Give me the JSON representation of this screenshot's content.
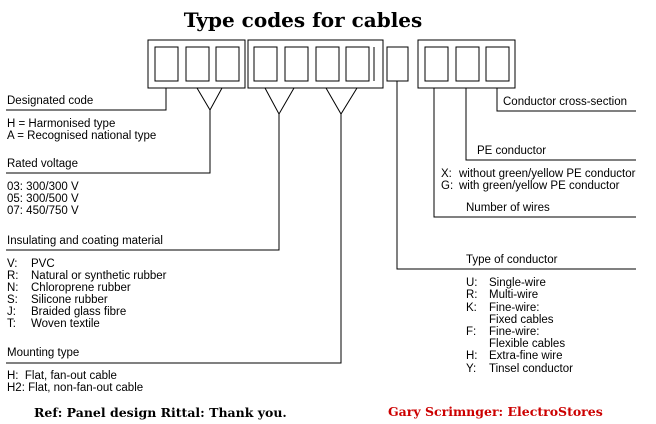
{
  "title": "Type codes for cables",
  "designated_code": {
    "heading": "Designated code",
    "items": [
      "H = Harmonised type",
      "A = Recognised national type"
    ]
  },
  "rated_voltage": {
    "heading": "Rated voltage",
    "items": [
      "03: 300/300 V",
      "05: 300/500 V",
      "07: 450/750 V"
    ]
  },
  "insulating": {
    "heading": "Insulating and coating material",
    "items": [
      {
        "code": "V:",
        "text": "PVC"
      },
      {
        "code": "R:",
        "text": "Natural or synthetic rubber"
      },
      {
        "code": "N:",
        "text": "Chloroprene rubber"
      },
      {
        "code": "S:",
        "text": "Silicone rubber"
      },
      {
        "code": "J:",
        "text": "Braided glass fibre"
      },
      {
        "code": "T:",
        "text": "Woven textile"
      }
    ]
  },
  "mounting": {
    "heading": "Mounting type",
    "items": [
      "H:  Flat, fan-out cable",
      "H2: Flat, non-fan-out cable"
    ]
  },
  "cross_section": {
    "heading": "Conductor cross-section"
  },
  "pe_conductor": {
    "heading": "PE conductor",
    "items": [
      {
        "code": "X:",
        "text": "without green/yellow PE conductor"
      },
      {
        "code": "G:",
        "text": "with green/yellow PE conductor"
      }
    ]
  },
  "number_of_wires": {
    "heading": "Number of wires"
  },
  "type_of_conductor": {
    "heading": "Type of conductor",
    "items": [
      {
        "code": "U:",
        "lines": [
          "Single-wire"
        ]
      },
      {
        "code": "R:",
        "lines": [
          "Multi-wire"
        ]
      },
      {
        "code": "K:",
        "lines": [
          "Fine-wire:",
          "Fixed cables"
        ]
      },
      {
        "code": "F:",
        "lines": [
          "Fine-wire:",
          "Flexible cables"
        ]
      },
      {
        "code": "H:",
        "lines": [
          "Extra-fine wire"
        ]
      },
      {
        "code": "Y:",
        "lines": [
          "Tinsel conductor"
        ]
      }
    ]
  },
  "footer": {
    "reference": "Ref: Panel design Rittal: Thank you.",
    "credit": "Gary Scrimnger: ElectroStores"
  }
}
